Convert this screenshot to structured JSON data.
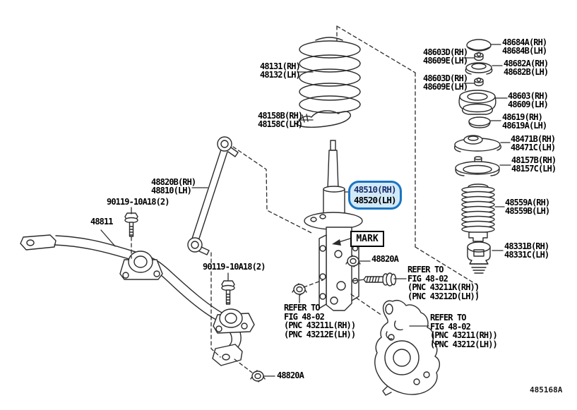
{
  "figure_code": "485168A",
  "highlight": {
    "rh": "48510(RH)",
    "lh": "48520(LH)",
    "border_color": "#1a74c2",
    "fill_color": "#d2e9f8"
  },
  "mark_box": {
    "label": "MARK"
  },
  "parts": {
    "cap": {
      "rh": "48684A(RH)",
      "lh": "48684B(LH)"
    },
    "nut_upper_1": {
      "rh": "48603D(RH)",
      "lh": "48609E(LH)"
    },
    "seat_upper": {
      "rh": "48682A(RH)",
      "lh": "48682B(LH)"
    },
    "nut_upper_2": {
      "rh": "48603D(RH)",
      "lh": "48609E(LH)"
    },
    "support": {
      "rh": "48603(RH)",
      "lh": "48609(LH)"
    },
    "bearing": {
      "rh": "48619(RH)",
      "lh": "48619A(LH)"
    },
    "dust_seal": {
      "rh": "48471B(RH)",
      "lh": "48471C(LH)"
    },
    "spring_seat": {
      "rh": "48157B(RH)",
      "lh": "48157C(LH)"
    },
    "boot": {
      "rh": "48559A(RH)",
      "lh": "48559B(LH)"
    },
    "bumper": {
      "rh": "48331B(RH)",
      "lh": "48331C(LH)"
    },
    "coil_spring": {
      "rh": "48131(RH)",
      "lh": "48132(LH)"
    },
    "spring_insulator": {
      "rh": "48158B(RH)",
      "lh": "48158C(LH)"
    },
    "stabilizer_link": {
      "rh": "48820B(RH)",
      "lh": "48810(LH)"
    },
    "stabilizer_bar": {
      "label": "48811"
    },
    "bolt_1": {
      "label": "90119-10A18(2)"
    },
    "bolt_2": {
      "label": "90119-10A18(2)"
    },
    "nut_mid": {
      "label": "48820A"
    },
    "nut_bottom": {
      "label": "48820A"
    }
  },
  "refer_blocks": {
    "bolt": [
      "REFER TO",
      "FIG 48-02",
      "(PNC 43211K(RH))",
      "(PNC 43212D(LH))"
    ],
    "lower_nut": [
      "REFER TO",
      "FIG 48-02",
      "(PNC 43211L(RH))",
      "(PNC 43212E(LH))"
    ],
    "knuckle": [
      "REFER TO",
      "FIG 48-02",
      "(PNC 43211(RH))",
      "(PNC 43212(LH))"
    ]
  }
}
